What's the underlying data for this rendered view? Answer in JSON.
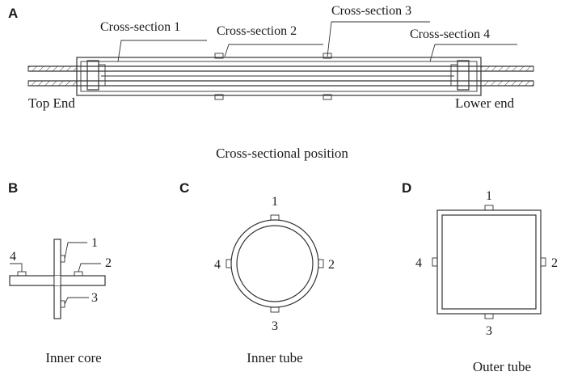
{
  "panels": {
    "A": {
      "letter": "A",
      "labels": {
        "cs1": "Cross-section 1",
        "cs2": "Cross-section 2",
        "cs3": "Cross-section 3",
        "cs4": "Cross-section 4",
        "top_end": "Top End",
        "lower_end": "Lower end"
      },
      "caption": "Cross-sectional position"
    },
    "B": {
      "letter": "B",
      "numbers": [
        "1",
        "2",
        "3",
        "4"
      ],
      "caption": "Inner core"
    },
    "C": {
      "letter": "C",
      "numbers": [
        "1",
        "2",
        "3",
        "4"
      ],
      "caption": "Inner tube"
    },
    "D": {
      "letter": "D",
      "numbers": [
        "1",
        "2",
        "3",
        "4"
      ],
      "caption": "Outer tube"
    }
  }
}
